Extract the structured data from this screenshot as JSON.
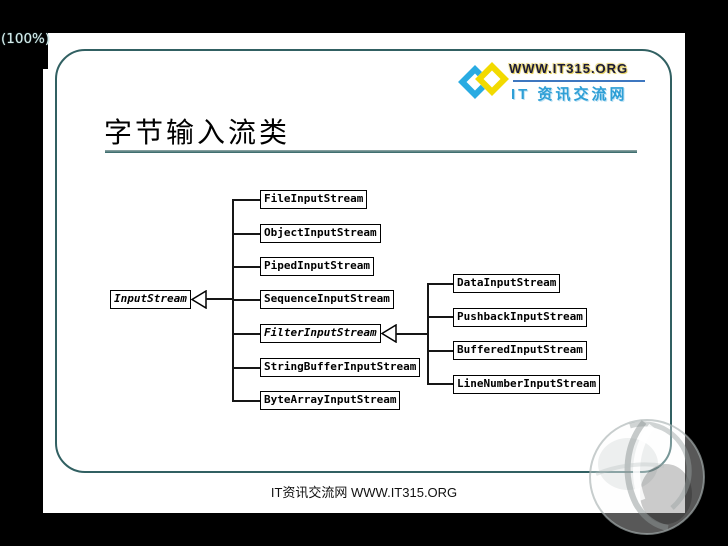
{
  "viewer": {
    "zoom_label": "(100%)"
  },
  "logo": {
    "site": "WWW.IT315.ORG",
    "tagline": "IT 资讯交流网"
  },
  "slide": {
    "title": "字节输入流类"
  },
  "footer": {
    "text": "IT资讯交流网 WWW.IT315.ORG"
  },
  "diagram": {
    "root": "InputStream",
    "children": [
      "FileInputStream",
      "ObjectInputStream",
      "PipedInputStream",
      "SequenceInputStream",
      "FilterInputStream",
      "StringBufferInputStream",
      "ByteArrayInputStream"
    ],
    "filter_children": [
      "DataInputStream",
      "PushbackInputStream",
      "BufferedInputStream",
      "LineNumberInputStream"
    ]
  },
  "colors": {
    "frame_teal": "#316062",
    "logo_cyan": "#29ABE2",
    "logo_yellow": "#F2DA00",
    "tagline_blue": "#2E9FD6"
  }
}
